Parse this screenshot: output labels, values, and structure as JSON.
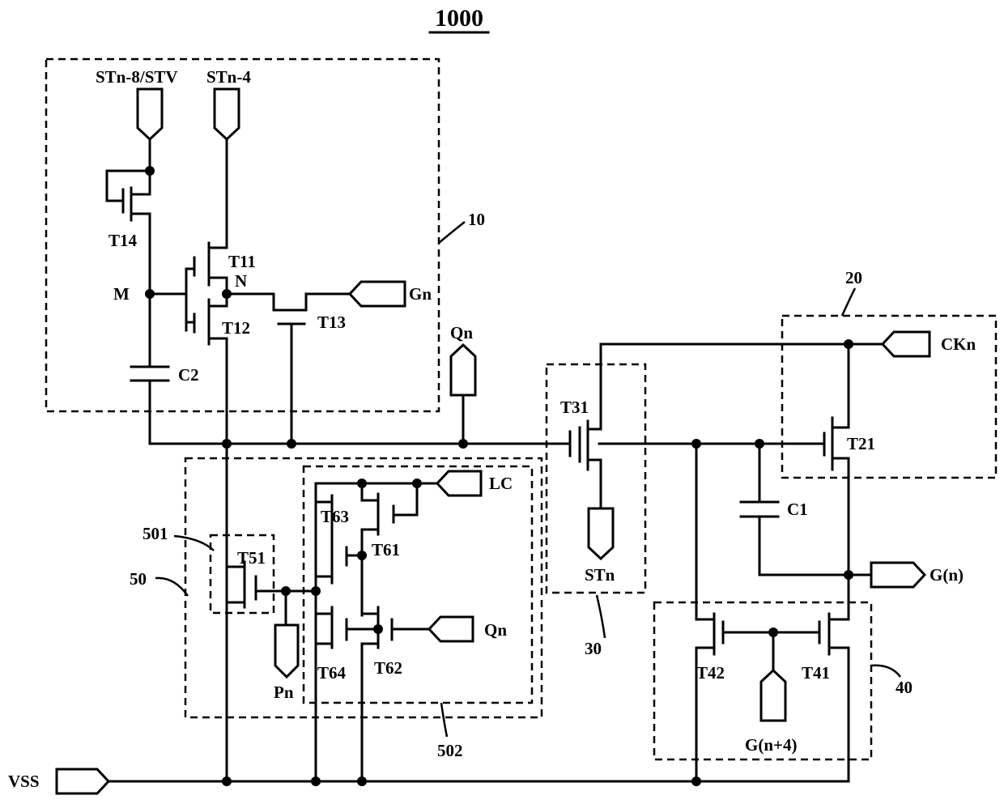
{
  "title": "1000",
  "blocks": {
    "b10": "10",
    "b20": "20",
    "b30": "30",
    "b40": "40",
    "b50": "50",
    "b501": "501",
    "b502": "502"
  },
  "transistors": {
    "T11": "T11",
    "T12": "T12",
    "T13": "T13",
    "T14": "T14",
    "T21": "T21",
    "T31": "T31",
    "T41": "T41",
    "T42": "T42",
    "T51": "T51",
    "T61": "T61",
    "T62": "T62",
    "T63": "T63",
    "T64": "T64"
  },
  "capacitors": {
    "C1": "C1",
    "C2": "C2"
  },
  "nodes": {
    "M": "M",
    "N": "N"
  },
  "signals": {
    "stn8": "STn-8/STV",
    "stn4": "STn-4",
    "gn": "Gn",
    "qn_top": "Qn",
    "ckn": "CKn",
    "gn_out": "G(n)",
    "stn": "STn",
    "lc": "LC",
    "qn_mid": "Qn",
    "pn": "Pn",
    "gn4": "G(n+4)",
    "vss": "VSS"
  }
}
